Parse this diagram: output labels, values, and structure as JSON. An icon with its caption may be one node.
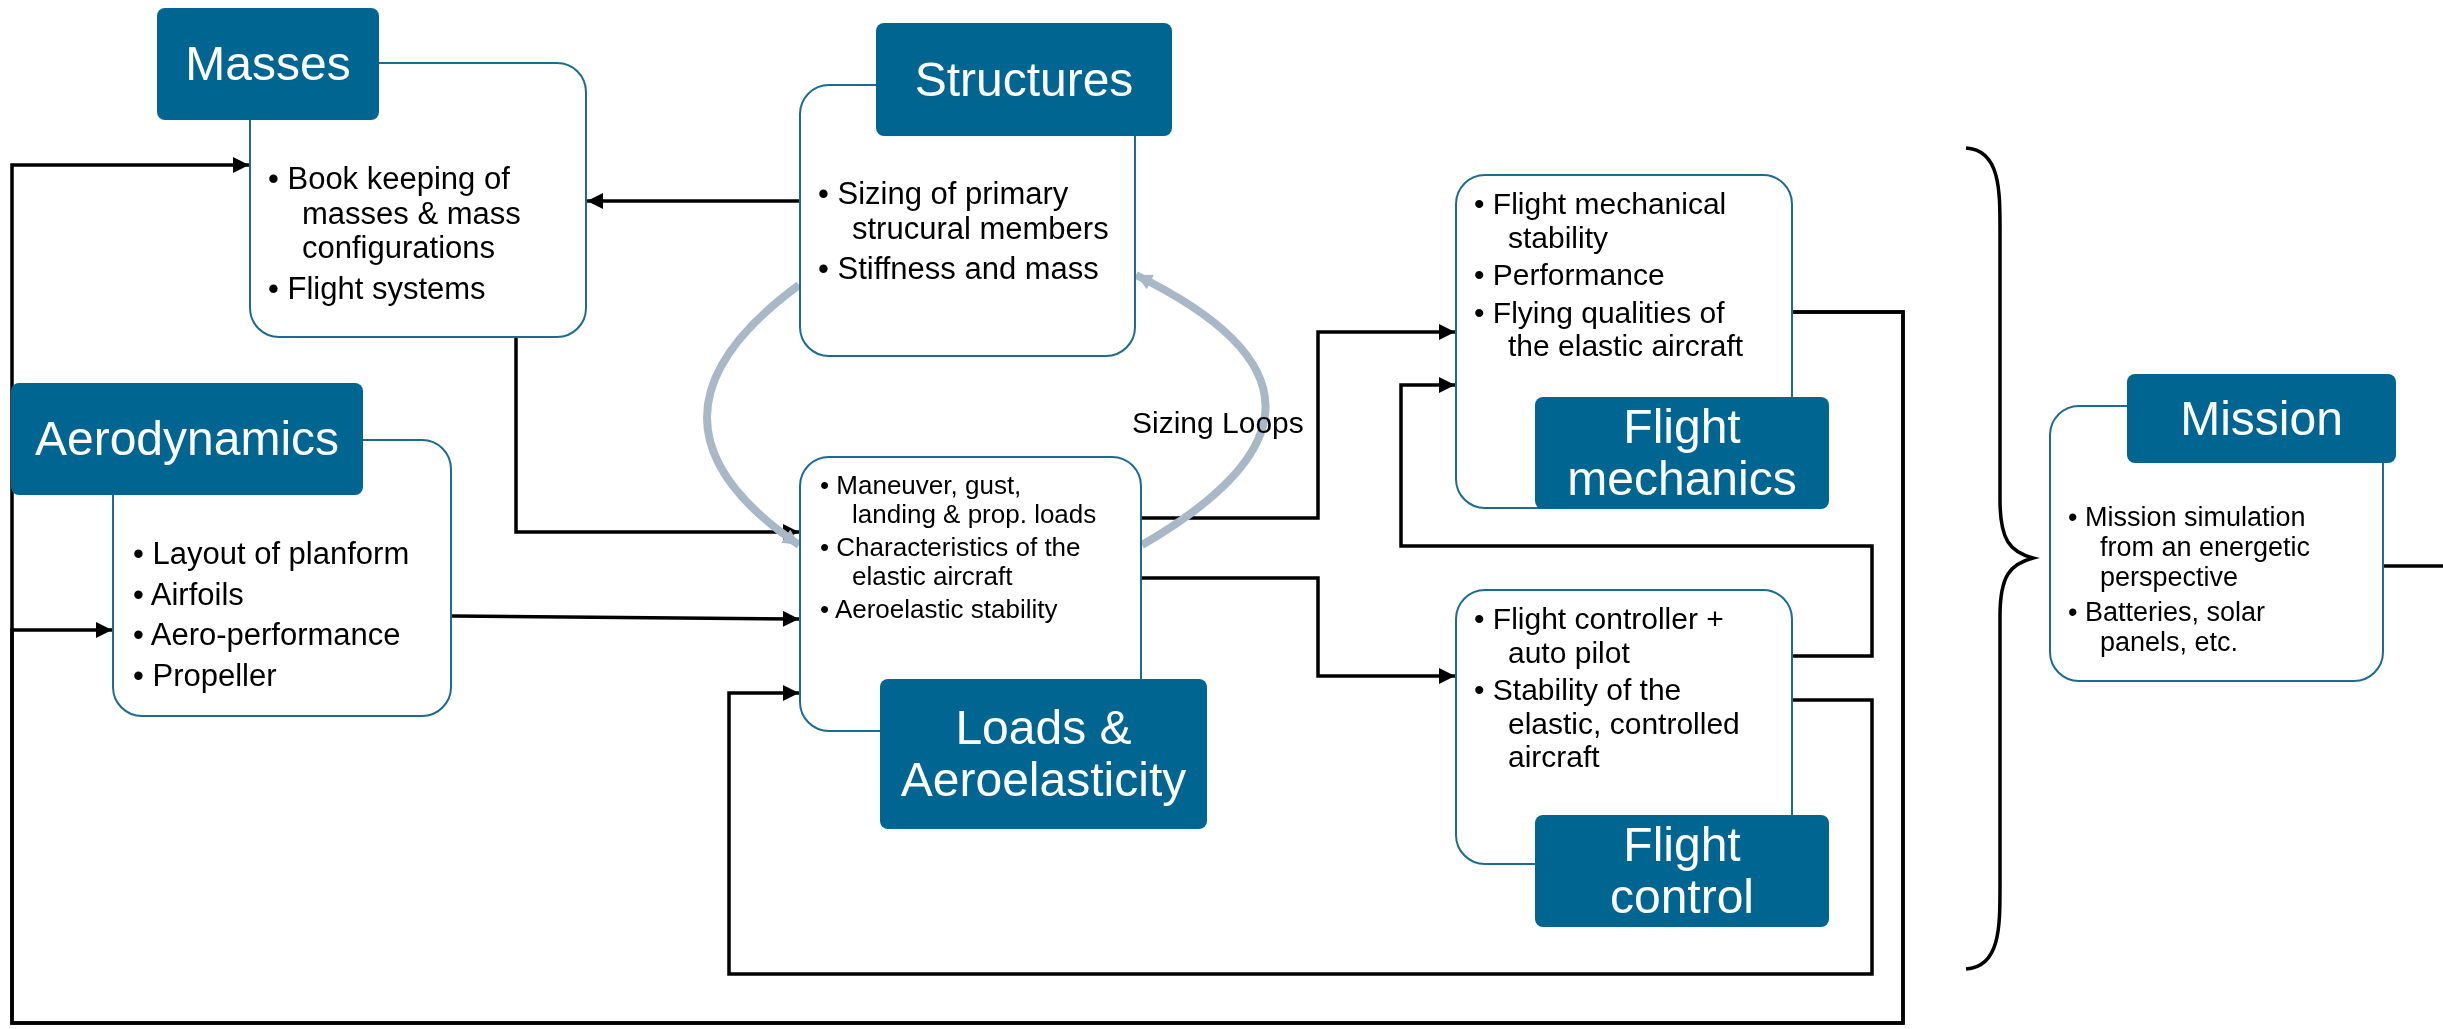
{
  "diagram": {
    "nodes": [
      {
        "text": [
          "Masses",
          "• Book keeping of masses & mass configurations",
          "• Flight systems"
        ]
      },
      {
        "text": [
          "Structures",
          "• Sizing of primary strucural members",
          "• Stiffness and mass"
        ]
      },
      {
        "text": [
          "Aerodynamics",
          "• Layout of planform",
          "• Airfoils",
          "• Aero-performance",
          "• Propeller"
        ]
      },
      {
        "text": [
          "• Maneuver, gust, landing & prop. loads",
          "• Characteristics of the elastic aircraft",
          "• Aeroelastic stability",
          "Loads & Aeroelasticity"
        ]
      },
      {
        "text": [
          "• Flight mechanical stability",
          "• Performance",
          "• Flying qualities of the elastic aircraft",
          "Flight mechanics"
        ]
      },
      {
        "text": [
          "• Flight controller + auto pilot",
          "• Stability of the elastic, controlled aircraft",
          "Flight control"
        ]
      },
      {
        "text": [
          "Mission",
          "• Mission simulation from an energetic perspective",
          "• Batteries, solar panels, etc."
        ]
      }
    ],
    "edges": [
      {
        "from": 1,
        "to": 0,
        "arrow": "to"
      },
      {
        "from": 0,
        "to": 3,
        "arrow": "to"
      },
      {
        "from": 2,
        "to": 3,
        "arrow": "to"
      },
      {
        "from": 3,
        "to": 4,
        "arrow": "to"
      },
      {
        "from": 3,
        "to": 5,
        "arrow": "to"
      },
      {
        "from": 5,
        "to": 4,
        "arrow": "to"
      },
      {
        "from": 5,
        "to": 3,
        "arrow": "to"
      },
      {
        "from": 4,
        "to": 0,
        "arrow": "to"
      },
      {
        "from": 4,
        "to": 2,
        "arrow": "to"
      },
      {
        "from": 1,
        "to": 3,
        "arrow": "to",
        "style": "thick",
        "color": "#a9b8c6"
      },
      {
        "from": 3,
        "to": 1,
        "arrow": "to",
        "style": "thick",
        "color": "#a9b8c6"
      },
      {
        "from": 6,
        "to": null,
        "arrow": "none"
      }
    ],
    "labels": [
      "Sizing Loops"
    ]
  }
}
